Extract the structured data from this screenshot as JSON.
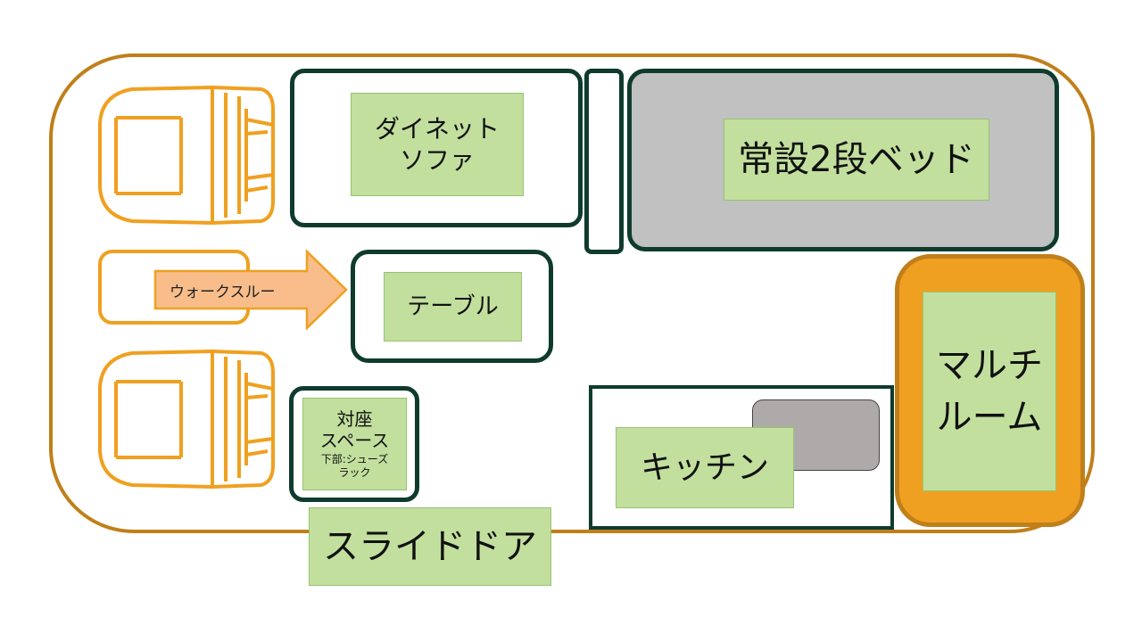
{
  "labels": {
    "dinette": "ダイネット\nソファ",
    "bunk": "常設2段ベッド",
    "walkthrough": "ウォークスルー",
    "table": "テーブル",
    "facing_seat_title": "対座\nスペース",
    "facing_seat_note": "下部:シューズ\nラック",
    "multi_room": "マルチ\nルーム",
    "kitchen": "キッチン",
    "slide_door": "スライドドア"
  },
  "colors": {
    "van_outline": "#c07f1a",
    "zone_outline": "#0f3b2e",
    "label_fill": "#c2df9e",
    "seat_outline": "#f0a020",
    "arrow_fill": "#f8bd8a",
    "gray_fill": "#c1c1c1",
    "multi_fill": "#f0a020"
  },
  "icons": [
    "driver-seat-icon",
    "passenger-seat-icon",
    "walkthrough-arrow-icon"
  ]
}
